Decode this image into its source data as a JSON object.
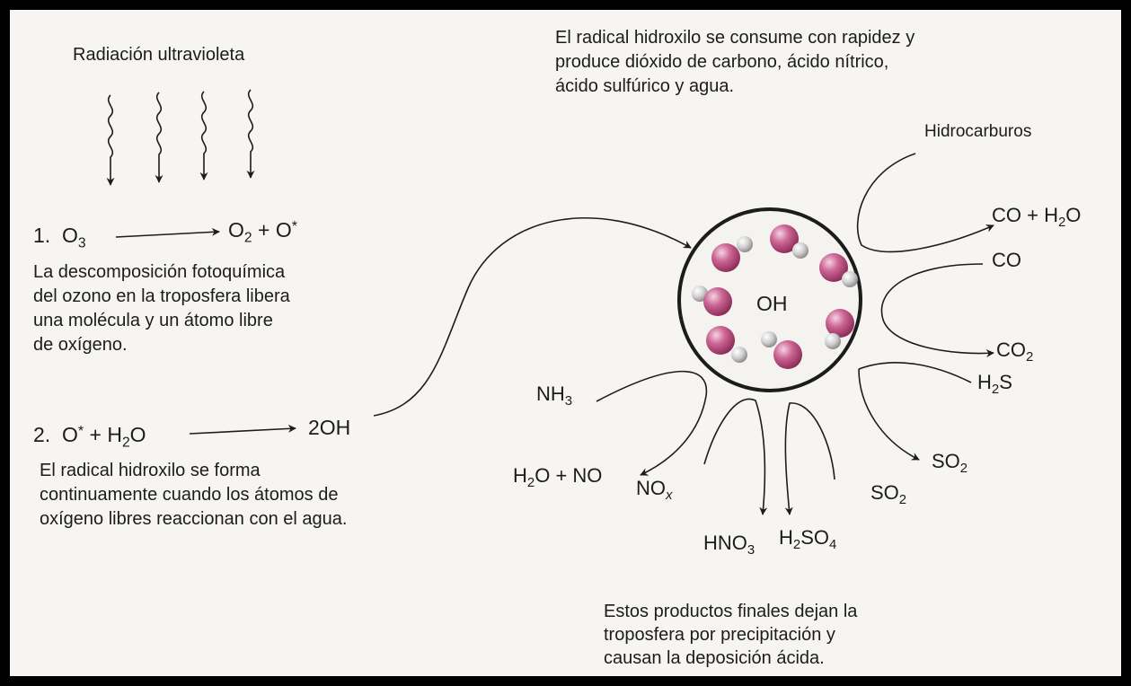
{
  "uv_label": "Radiación ultravioleta",
  "top_text": [
    "El radical hidroxilo se consume con rapidez y",
    "produce dióxido de carbono, ácido nítrico,",
    "ácido sulfúrico y agua."
  ],
  "step1": {
    "number": "1.",
    "reactant": "O",
    "reactant_sub": "3",
    "product_a": "O",
    "product_a_sub": "2",
    "plus": "+",
    "product_b": "O",
    "product_b_sup": "*",
    "description": [
      "La descomposición fotoquímica",
      "del ozono en la troposfera libera",
      "una molécula y un átomo libre",
      "de oxígeno."
    ]
  },
  "step2": {
    "number": "2.",
    "reactant_a": "O",
    "reactant_a_sup": "*",
    "plus": "+",
    "reactant_b": "H",
    "reactant_b_sub": "2",
    "reactant_b_tail": "O",
    "product": "2OH",
    "description": [
      "El radical hidroxilo se forma",
      "continuamente cuando los átomos de",
      "oxígeno libres reaccionan con el agua."
    ]
  },
  "center_label": "OH",
  "labels": {
    "hydrocarbons": "Hidrocarburos",
    "co_h2o": {
      "a": "CO + H",
      "sub": "2",
      "b": "O"
    },
    "co": "CO",
    "co2": {
      "a": "CO",
      "sub": "2"
    },
    "h2s": {
      "a": "H",
      "sub": "2",
      "b": "S"
    },
    "nh3": {
      "a": "NH",
      "sub": "3"
    },
    "h2o_no": {
      "a": "H",
      "sub": "2",
      "b": "O + NO"
    },
    "nox": {
      "a": "NO",
      "sub": "x"
    },
    "hno3": {
      "a": "HNO",
      "sub": "3"
    },
    "h2so4": {
      "a": "H",
      "sub": "2",
      "b": "SO",
      "sub2": "4"
    },
    "so2_inner": {
      "a": "SO",
      "sub": "2"
    },
    "so2_outer": {
      "a": "SO",
      "sub": "2"
    }
  },
  "bottom_text": [
    "Estos productos finales dejan la",
    "troposfera por precipitación y",
    "causan la deposición ácida."
  ],
  "colors": {
    "molecule_oxygen": "#c85a86",
    "molecule_hydrogen": "#d4d4d4",
    "ink": "#1c1c1c"
  }
}
